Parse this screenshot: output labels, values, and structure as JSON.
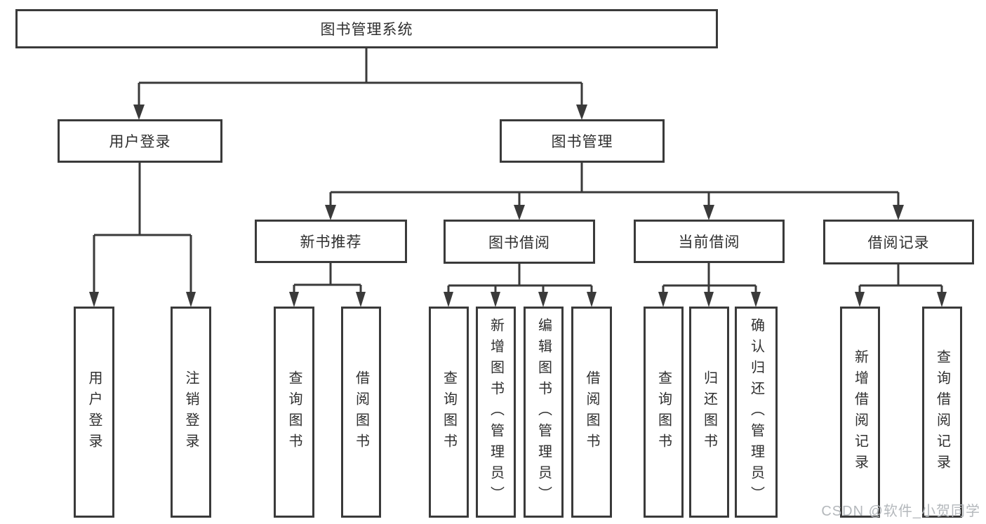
{
  "diagram": {
    "type": "hierarchy-tree",
    "tree": {
      "label": "图书管理系统",
      "children": [
        {
          "label": "用户登录",
          "children": [
            {
              "label": "用户登录"
            },
            {
              "label": "注销登录"
            }
          ]
        },
        {
          "label": "图书管理",
          "children": [
            {
              "label": "新书推荐",
              "children": [
                {
                  "label": "查询图书"
                },
                {
                  "label": "借阅图书"
                }
              ]
            },
            {
              "label": "图书借阅",
              "children": [
                {
                  "label": "查询图书"
                },
                {
                  "label": "新增图书（管理员）"
                },
                {
                  "label": "编辑图书（管理员）"
                },
                {
                  "label": "借阅图书"
                }
              ]
            },
            {
              "label": "当前借阅",
              "children": [
                {
                  "label": "查询图书"
                },
                {
                  "label": "归还图书"
                },
                {
                  "label": "确认归还（管理员）"
                }
              ]
            },
            {
              "label": "借阅记录",
              "children": [
                {
                  "label": "新增借阅记录"
                },
                {
                  "label": "查询借阅记录"
                }
              ]
            }
          ]
        }
      ]
    },
    "colors": {
      "line": "#3a3a3a",
      "box_border": "#3a3a3a",
      "box_fill": "#ffffff",
      "text": "#2f2f2f",
      "watermark": "#b4b8bc",
      "background": "#ffffff"
    }
  },
  "watermark": {
    "text": "CSDN @软件_小贺同学"
  }
}
